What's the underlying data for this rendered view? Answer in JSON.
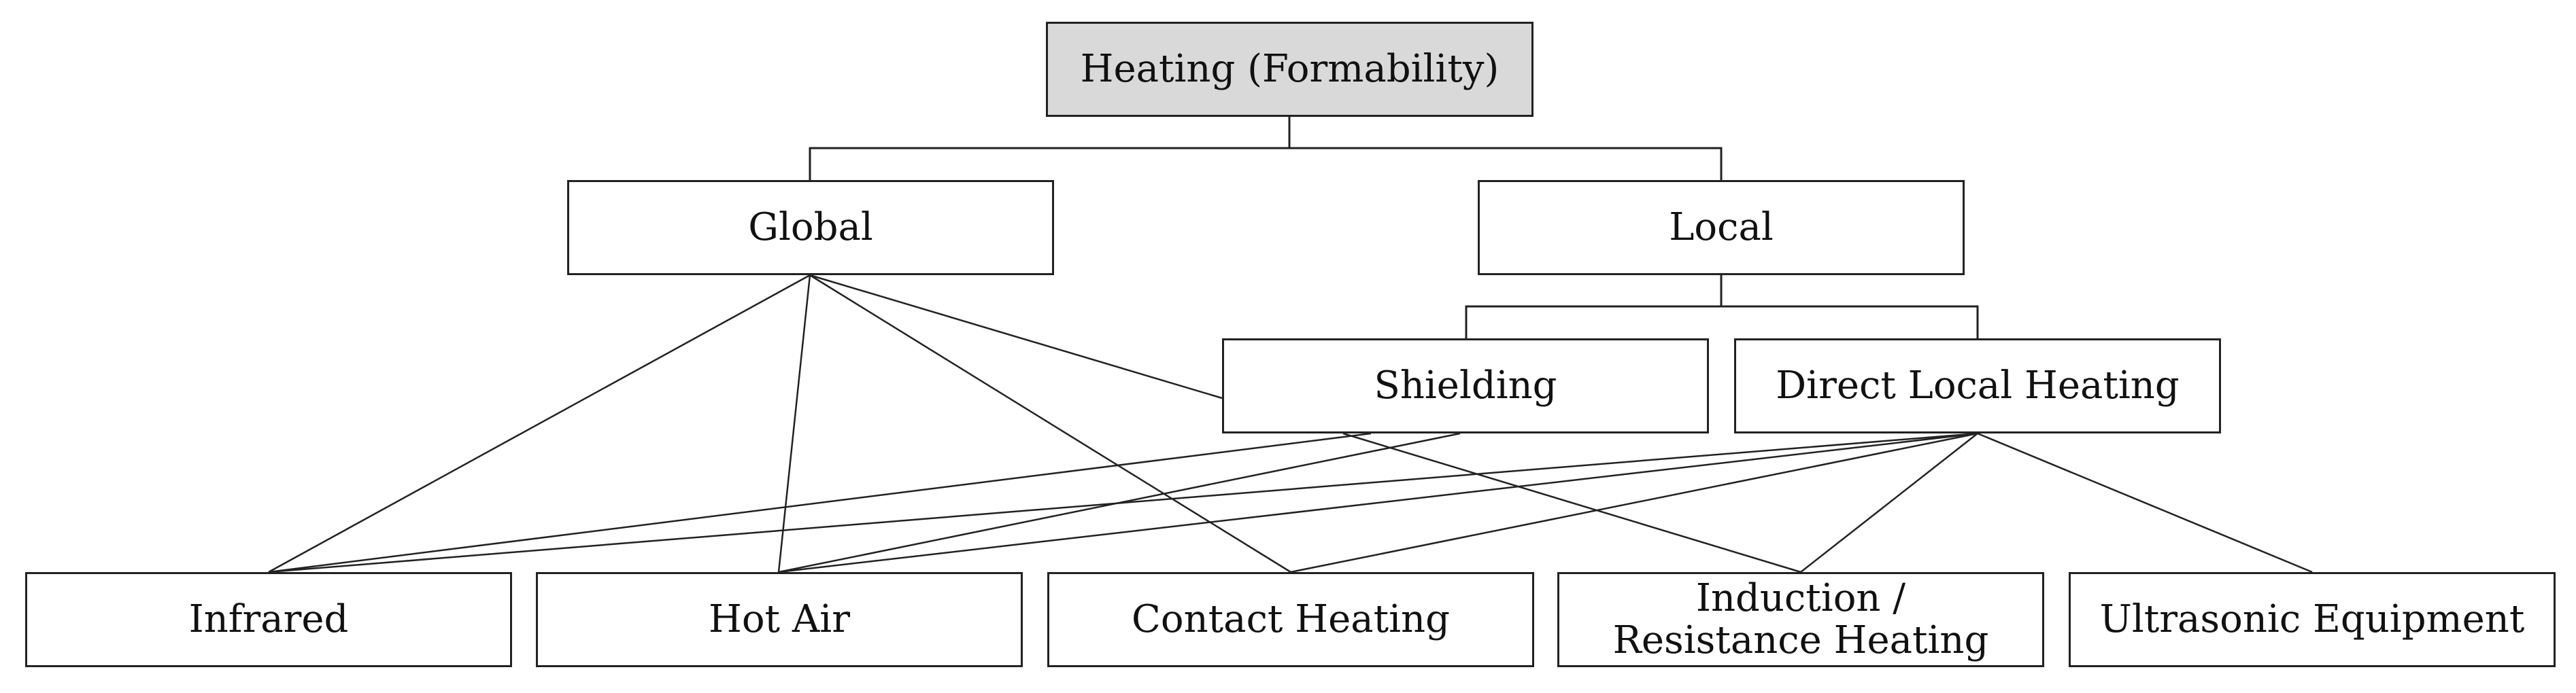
{
  "nodes": {
    "root": "Heating (Formability)",
    "global": "Global",
    "local": "Local",
    "shielding": "Shielding",
    "direct_local_heating": "Direct Local Heating",
    "infrared": "Infrared",
    "hot_air": "Hot Air",
    "contact_heating": "Contact Heating",
    "induction_resistance_heating": "Induction / Resistance Heating",
    "ultrasonic_equipment": "Ultrasonic Equipment"
  },
  "colors": {
    "root_fill": "#d9d9d9",
    "box_fill": "#ffffff",
    "line": "#222222"
  }
}
